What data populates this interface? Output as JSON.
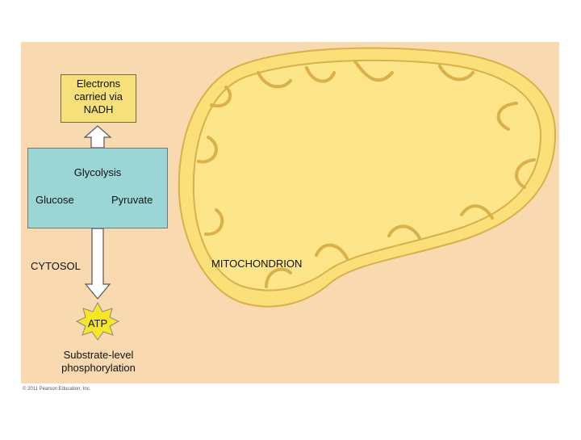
{
  "labels": {
    "electrons": "Electrons carried via NADH",
    "glycolysis": "Glycolysis",
    "glucose": "Glucose",
    "pyruvate": "Pyruvate",
    "cytosol": "CYTOSOL",
    "mitochondrion": "MITOCHONDRION",
    "atp": "ATP",
    "substrate": "Substrate-level phosphorylation",
    "copyright": "© 2011 Pearson Education, Inc."
  },
  "colors": {
    "background": "#f9d9b0",
    "mitochondrion_fill": "#fbe07a",
    "mitochondrion_stroke": "#d9b04a",
    "glycolysis_box": "#9bd6d6",
    "electrons_box": "#f6e07a",
    "atp_burst": "#f7e628",
    "arrow_fill": "#ffffff",
    "arrow_stroke": "#555555"
  },
  "icons": {
    "glucose_to_pyruvate": "right-arrow-icon",
    "atp": "starburst-icon",
    "vertical_arrows": "double-arrow-icon"
  }
}
